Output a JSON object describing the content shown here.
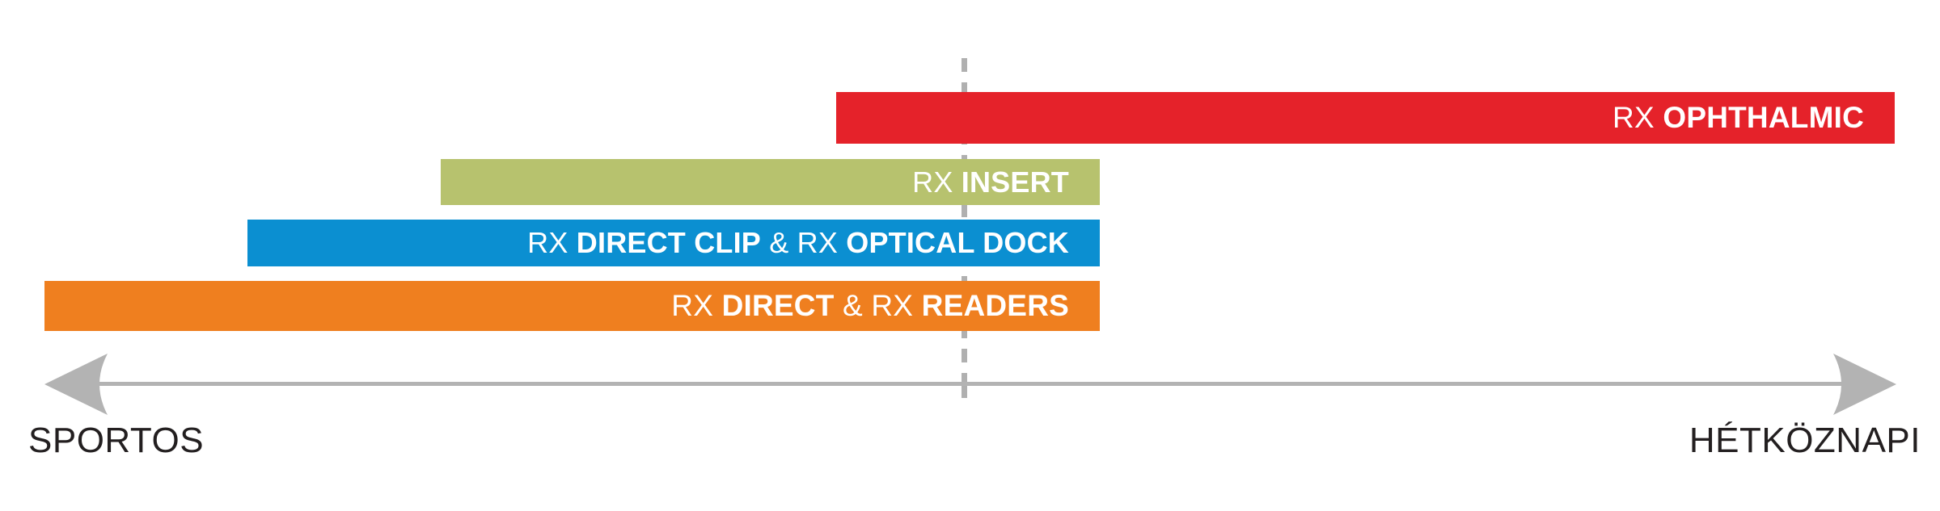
{
  "figure": {
    "type": "horizontal-range-spectrum",
    "background_color": "#ffffff",
    "axis": {
      "color": "#b3b3b3",
      "left_label": "SPORTOS",
      "right_label": "HÉTKÖZNAPI",
      "label_color": "#231f20",
      "left_arrow_icon": "arrow-left-icon",
      "right_arrow_icon": "arrow-right-icon"
    },
    "midline": {
      "name": "dashed-divider",
      "color": "#b0b0b0",
      "style": "dashed"
    }
  },
  "bars": [
    {
      "id": "rx-ophthalmic",
      "color": "#e5222a",
      "prefix": "RX",
      "name": "OPHTHALMIC",
      "text_color": "#ffffff",
      "start_pct": 43.1,
      "end_pct": 97.7
    },
    {
      "id": "rx-insert",
      "color": "#b7c26e",
      "prefix": "RX",
      "name": "INSERT",
      "text_color": "#ffffff",
      "start_pct": 22.7,
      "end_pct": 56.7
    },
    {
      "id": "rx-direct-clip-optical-dock",
      "color": "#0b8fd1",
      "prefix": "RX",
      "name": "DIRECT CLIP",
      "separator": "&",
      "prefix2": "RX",
      "name2": "OPTICAL DOCK",
      "text_color": "#ffffff",
      "start_pct": 12.8,
      "end_pct": 56.7
    },
    {
      "id": "rx-direct-readers",
      "color": "#ef7f1f",
      "prefix": "RX",
      "name": "DIRECT",
      "separator": "&",
      "prefix2": "RX",
      "name2": "READERS",
      "text_color": "#ffffff",
      "start_pct": 2.3,
      "end_pct": 56.7
    }
  ],
  "chart_data": {
    "type": "bar",
    "orientation": "horizontal",
    "title": "",
    "xlabel": "",
    "ylabel": "",
    "axis_left_label": "SPORTOS",
    "axis_right_label": "HÉTKÖZNAPI",
    "xlim": [
      0,
      100
    ],
    "grid": false,
    "legend": "none",
    "categories": [
      "RX OPHTHALMIC",
      "RX INSERT",
      "RX DIRECT CLIP & RX OPTICAL DOCK",
      "RX DIRECT & RX READERS"
    ],
    "ranges": [
      [
        43.1,
        97.7
      ],
      [
        22.7,
        56.7
      ],
      [
        12.8,
        56.7
      ],
      [
        2.3,
        56.7
      ]
    ],
    "colors": [
      "#e5222a",
      "#b7c26e",
      "#0b8fd1",
      "#ef7f1f"
    ],
    "annotations": [
      {
        "type": "vline",
        "x": 49.7,
        "style": "dashed",
        "color": "#b0b0b0"
      }
    ]
  }
}
